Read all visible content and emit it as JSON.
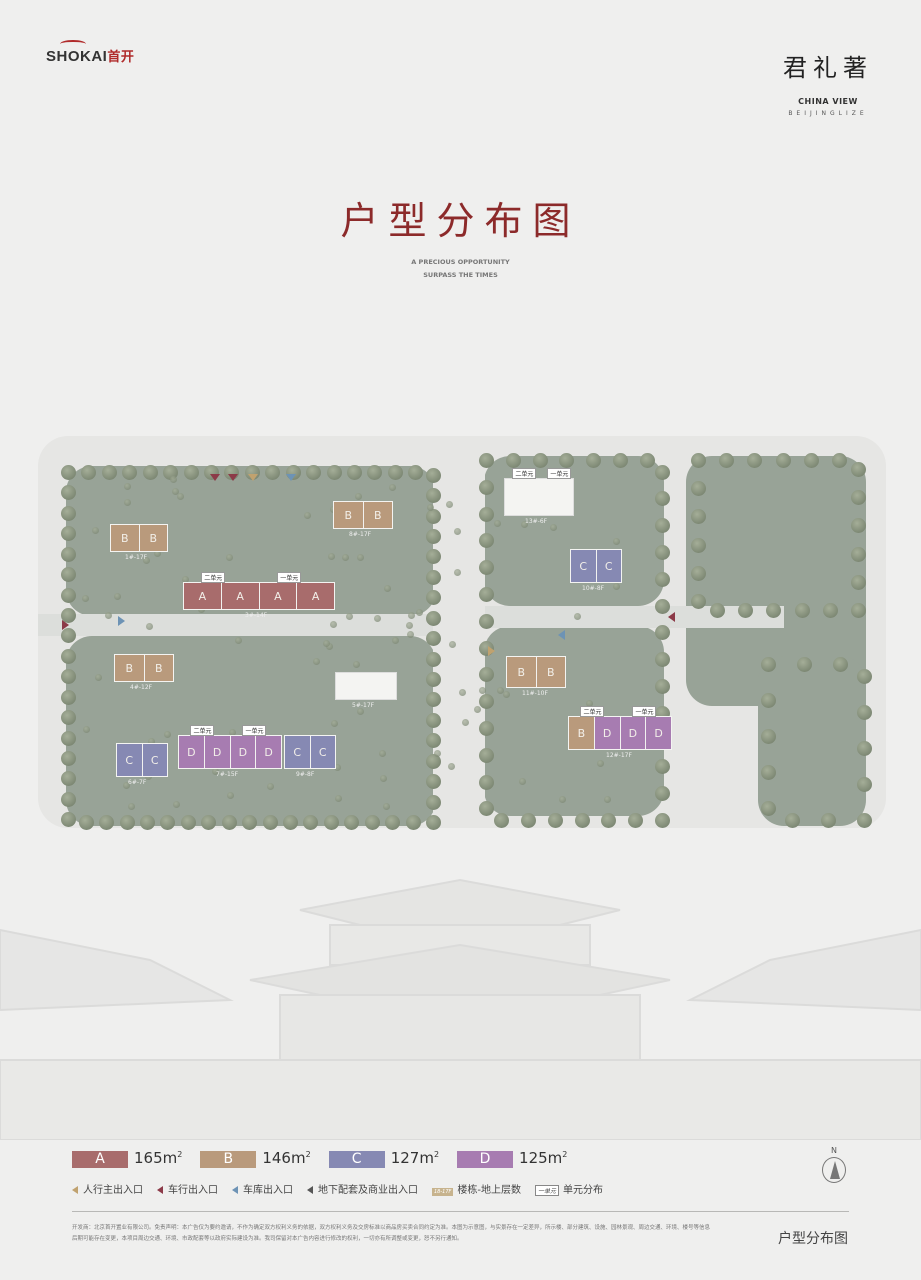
{
  "header": {
    "logo_text": "SHOKAI",
    "logo_cn": "首开",
    "brand_cn": "君礼著",
    "brand_en": "CHINA VIEW",
    "brand_sub": "BEIJINGLIZE"
  },
  "title": "户型分布图",
  "subtitle": [
    "A PRECIOUS OPPORTUNITY",
    "SURPASS THE TIMES"
  ],
  "colors": {
    "A": "#a86c6c",
    "B": "#b99a7c",
    "C": "#8689b3",
    "D": "#a77cb1",
    "title": "#8c2a2a",
    "pedestrian": "#c0a26f",
    "vehicle": "#8c3a48",
    "garage": "#6d93b5",
    "commercial": "#555555"
  },
  "buildings": [
    {
      "floors": "1#-17F",
      "units": [
        "B",
        "B"
      ]
    },
    {
      "floors": "8#-17F",
      "units": [
        "B",
        "B"
      ]
    },
    {
      "floors": "3#-14F",
      "units": [
        "A",
        "A",
        "A",
        "A"
      ],
      "tags": [
        "二单元",
        "一单元"
      ]
    },
    {
      "floors": "4#-12F",
      "units": [
        "B",
        "B"
      ]
    },
    {
      "floors": "5#-17F",
      "units": []
    },
    {
      "floors": "6#-7F",
      "units": [
        "C",
        "C"
      ]
    },
    {
      "floors": "7#-15F",
      "units": [
        "D",
        "D",
        "D",
        "D"
      ],
      "tags": [
        "二单元",
        "一单元"
      ]
    },
    {
      "floors": "9#-8F",
      "units": [
        "C",
        "C"
      ]
    },
    {
      "floors": "13#-6F",
      "units": [],
      "tags": [
        "二单元",
        "一单元"
      ]
    },
    {
      "floors": "10#-8F",
      "units": [
        "C",
        "C"
      ]
    },
    {
      "floors": "11#-10F",
      "units": [
        "B",
        "B"
      ]
    },
    {
      "floors": "12#-17F",
      "units": [
        "B",
        "D",
        "D",
        "D"
      ],
      "tags": [
        "二单元",
        "一单元"
      ]
    }
  ],
  "legend": {
    "types": [
      {
        "code": "A",
        "area": "165m",
        "sup": "2"
      },
      {
        "code": "B",
        "area": "146m",
        "sup": "2"
      },
      {
        "code": "C",
        "area": "127m",
        "sup": "2"
      },
      {
        "code": "D",
        "area": "125m",
        "sup": "2"
      }
    ],
    "entrances": [
      "人行主出入口",
      "车行出入口",
      "车库出入口",
      "地下配套及商业出入口"
    ],
    "floor_badge": "18-17F",
    "floor_label": "楼栋-地上层数",
    "unit_badge": "一单元",
    "unit_label": "单元分布",
    "north": "N"
  },
  "disclaimer": "开发商：北京首开置业有限公司。免责声明：本广告仅为要约邀请，不作为确定双方权利义务的依据，双方权利义务及交房标准以商品房买卖合同约定为准。本图为示意图，与实景存在一定差异，所示楼、部分建筑、设施、园林景观、周边交通、环境、楼号等信息后期可能存在变更，本项目周边交通、环境、市政配套等以政府实际建设为准。我司保留对本广告内容进行修改的权利，一切亦有所调整或变更，恕不另行通知。",
  "footer_title": "户型分布图"
}
